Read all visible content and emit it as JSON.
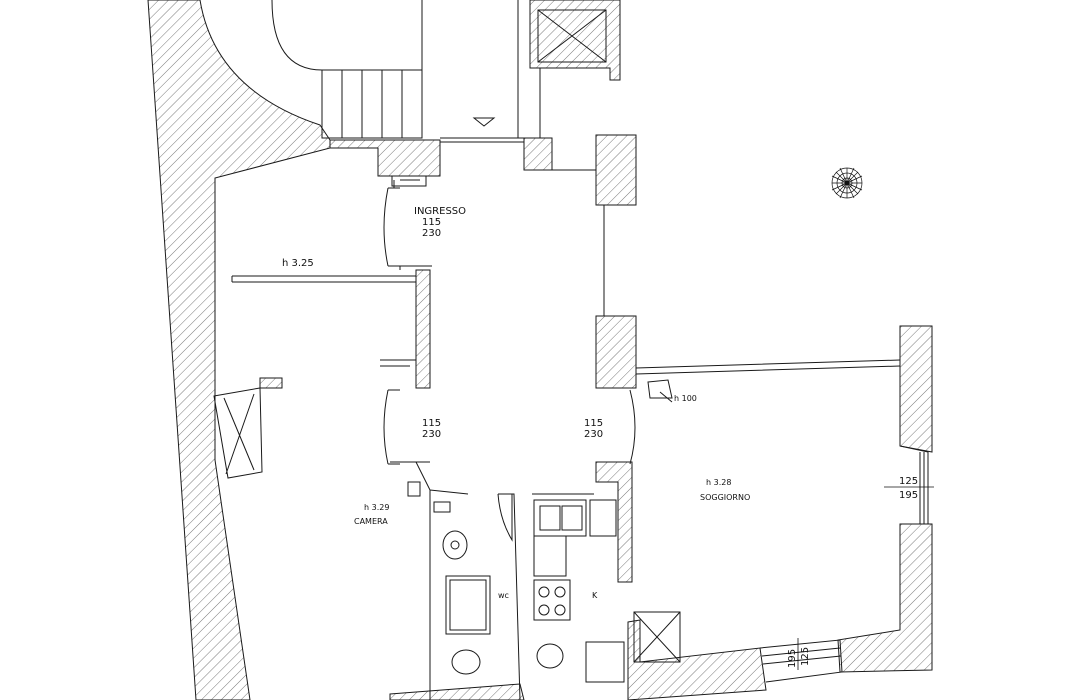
{
  "rooms": {
    "ingresso": "INGRESSO",
    "camera": "CAMERA",
    "soggiorno": "SOGGIORNO",
    "wc": "wc",
    "kitchen": "K"
  },
  "heights": {
    "hall": "h 3.25",
    "camera": "h 3.29",
    "soggiorno": "h 3.28",
    "sill": "h 100"
  },
  "doors": {
    "entrance": {
      "width": "115",
      "height": "230"
    },
    "camera": {
      "width": "115",
      "height": "230"
    },
    "soggiorno": {
      "width": "115",
      "height": "230"
    }
  },
  "windows": {
    "east": {
      "width": "125",
      "height": "195"
    },
    "south": {
      "width": "125",
      "height": "195"
    }
  },
  "colors": {
    "line": "#1a1a1a",
    "hatch": "#8a8a8a"
  }
}
